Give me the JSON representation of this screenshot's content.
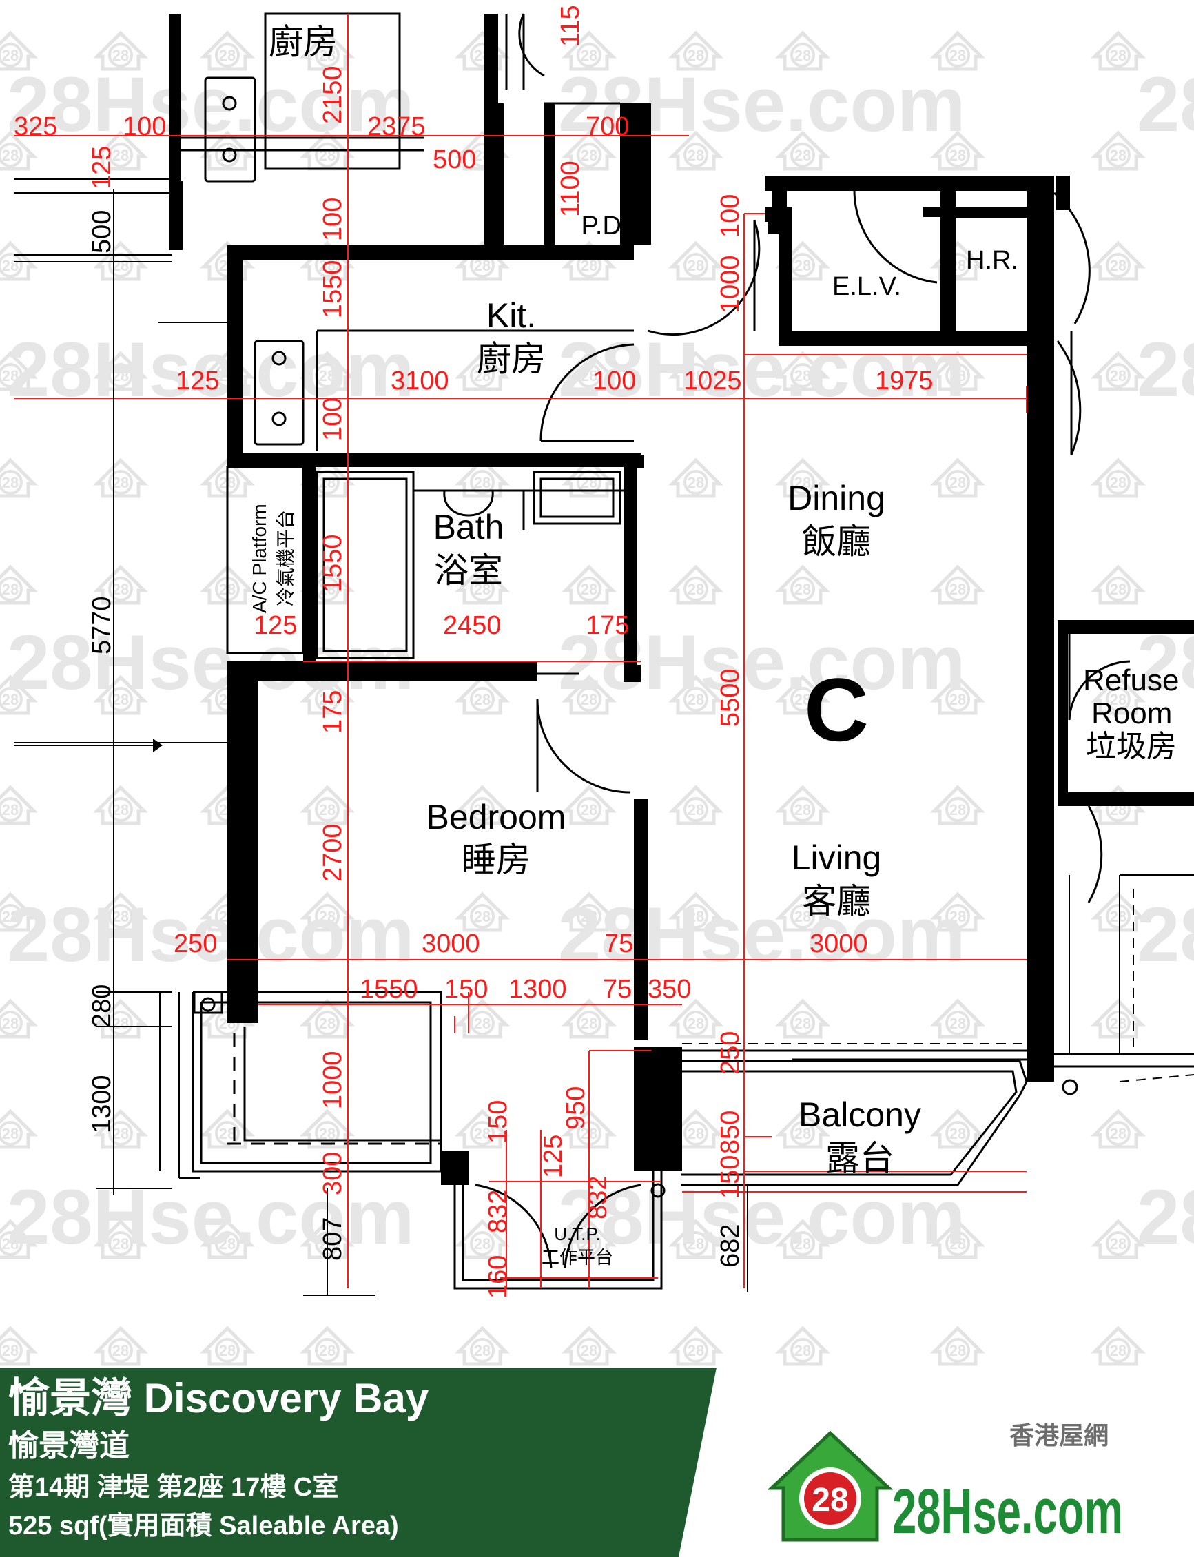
{
  "plan": {
    "unit_letter": "C",
    "watermark": "28Hse.com",
    "watermark_badge": "28",
    "rooms": {
      "kitchen_top": "廚房",
      "kitchen_en": "Kit.",
      "kitchen_cn": "廚房",
      "pd": "P.D.",
      "elv": "E.L.V.",
      "hr": "H.R.",
      "dining_en": "Dining",
      "dining_cn": "飯廳",
      "bath_en": "Bath",
      "bath_cn": "浴室",
      "ac_en": "A/C Platform",
      "ac_cn": "冷氣機平台",
      "refuse_en1": "Refuse",
      "refuse_en2": "Room",
      "refuse_cn": "垃圾房",
      "bedroom_en": "Bedroom",
      "bedroom_cn": "睡房",
      "living_en": "Living",
      "living_cn": "客廳",
      "balcony_en": "Balcony",
      "balcony_cn": "露台",
      "utp_en": "U.T.P.",
      "utp_cn": "工作平台"
    },
    "dims": {
      "d325": "325",
      "d100a": "100",
      "d2375": "2375",
      "d500a": "500",
      "d700": "700",
      "d125a": "125",
      "d2150": "2150",
      "d1100": "1100",
      "d115": "115",
      "d500b": "500",
      "d100b": "100",
      "d1550a": "1550",
      "d100c": "100",
      "d1000a": "1000",
      "d125b": "125",
      "d3100": "3100",
      "d100d": "100",
      "d1025": "1025",
      "d1975": "1975",
      "d100e": "100",
      "d1550b": "1550",
      "d125c": "125",
      "d2450": "2450",
      "d175a": "175",
      "d5770": "5770",
      "d175b": "175",
      "d5500": "5500",
      "d2700": "2700",
      "d250a": "250",
      "d3000a": "3000",
      "d75a": "75",
      "d3000b": "3000",
      "d1550c": "1550",
      "d150a": "150",
      "d1300a": "1300",
      "d75b": "75",
      "d350": "350",
      "d280": "280",
      "d1300b": "1300",
      "d1000b": "1000",
      "d250b": "250",
      "d950": "950",
      "d150b": "150",
      "d125d": "125",
      "d850": "850",
      "d300": "300",
      "d150c": "150",
      "d832a": "832",
      "d832b": "832",
      "d807": "807",
      "d160": "160",
      "d682": "682"
    }
  },
  "footer": {
    "title": "愉景灣 Discovery Bay",
    "road": "愉景灣道",
    "unit": "第14期 津堤 第2座 17樓 C室",
    "area": "525 sqf(實用面積 Saleable Area)",
    "brand_cn": "香港屋網",
    "logo_badge": "28",
    "logo_text": "28Hse.com"
  }
}
